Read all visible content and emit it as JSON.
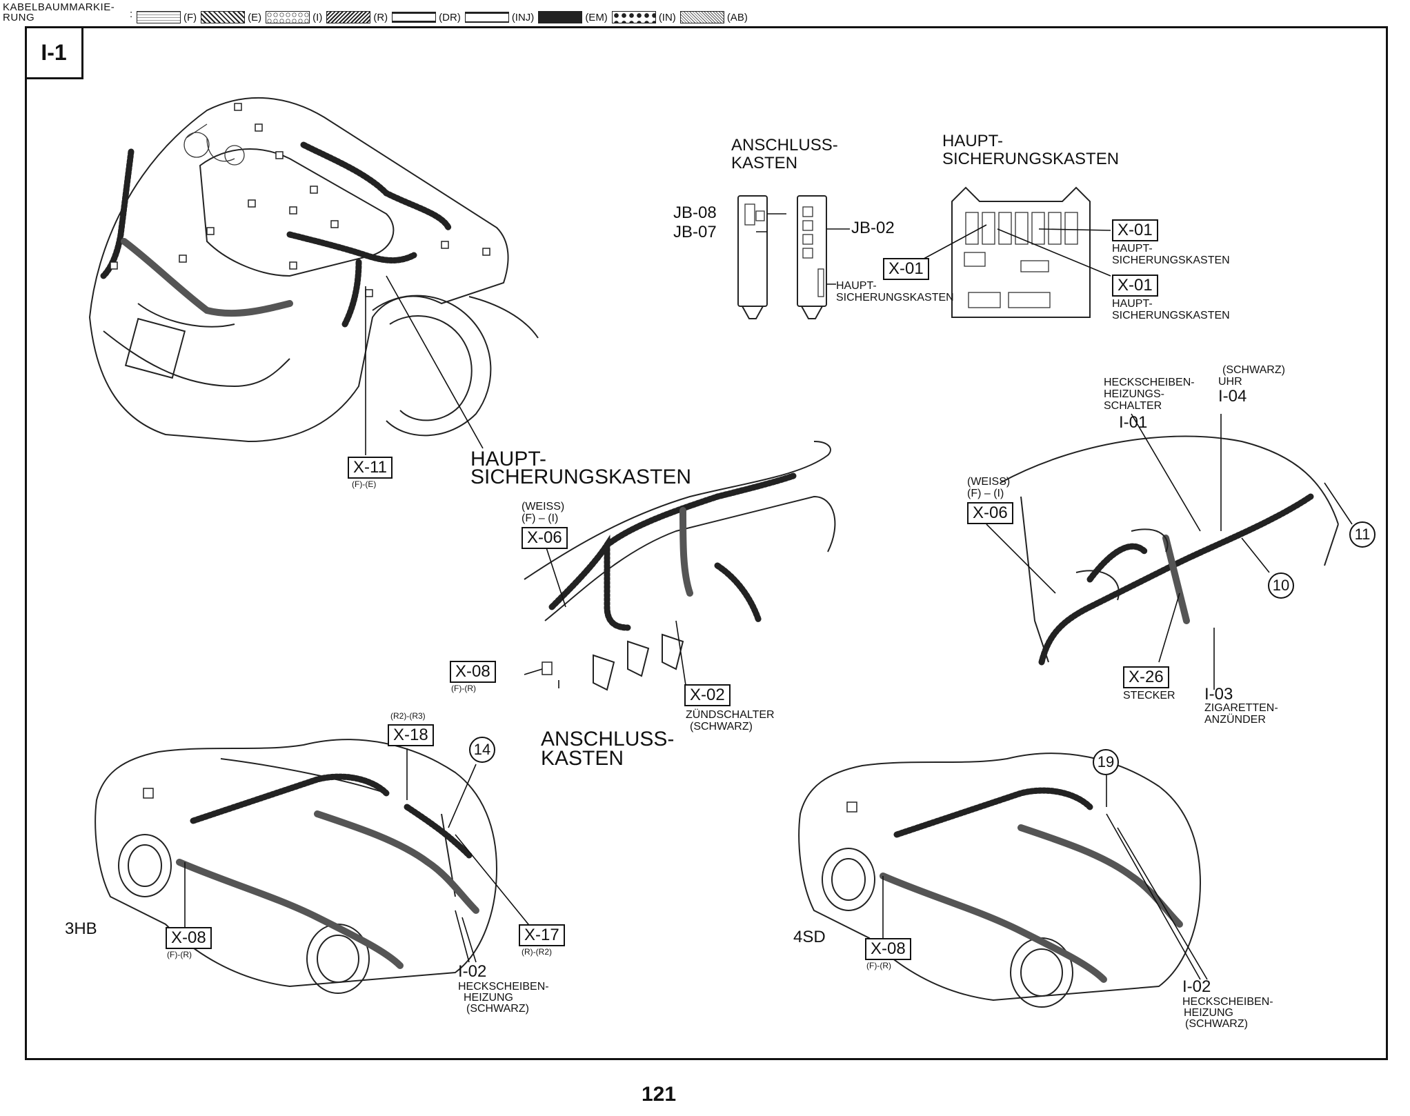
{
  "legend": {
    "title_line1": "KABELBAUMMARKIE-",
    "title_line2": "RUNG",
    "colon": ":",
    "items": [
      {
        "code": "(F)"
      },
      {
        "code": "(E)"
      },
      {
        "code": "(I)"
      },
      {
        "code": "(R)"
      },
      {
        "code": "(DR)"
      },
      {
        "code": "(INJ)"
      },
      {
        "code": "(EM)"
      },
      {
        "code": "(IN)"
      },
      {
        "code": "(AB)"
      }
    ]
  },
  "section": "I-1",
  "labels": {
    "anschluss_top_1": "ANSCHLUSS-",
    "anschluss_top_2": "KASTEN",
    "haupt_top_1": "HAUPT-",
    "haupt_top_2": "SICHERUNGSKASTEN",
    "jb08": "JB-08",
    "jb07": "JB-07",
    "jb02": "JB-02",
    "haupt_small_1": "HAUPT-",
    "haupt_small_2": "SICHERUNGSKASTEN",
    "x01_a": "X-01",
    "x01_a_desc1": "HAUPT-",
    "x01_a_desc2": "SICHERUNGSKASTEN",
    "x01_b": "X-01",
    "x01_c": "X-01",
    "x01_c_desc1": "HAUPT-",
    "x01_c_desc2": "SICHERUNGSKASTEN",
    "x11": "X-11",
    "x11_sub": "(F)-(E)",
    "haupt_mid_1": "HAUPT-",
    "haupt_mid_2": "SICHERUNGSKASTEN",
    "weiss_mid_1": "(WEISS)",
    "weiss_mid_2": "(F) – (I)",
    "x06_mid": "X-06",
    "x08_mid": "X-08",
    "x08_mid_sub": "(F)-(R)",
    "anschluss_mid_1": "ANSCHLUSS-",
    "anschluss_mid_2": "KASTEN",
    "x02": "X-02",
    "x02_desc1": "ZÜNDSCHALTER",
    "x02_desc2": "(SCHWARZ)",
    "hecksch_heiz_1": "HECKSCHEIBEN-",
    "hecksch_heiz_2": "HEIZUNGS-",
    "hecksch_heiz_3": "SCHALTER",
    "i01": "I-01",
    "schwarz_r": "(SCHWARZ)",
    "uhr": "UHR",
    "i04": "I-04",
    "weiss_r_1": "(WEISS)",
    "weiss_r_2": "(F) – (I)",
    "x06_r": "X-06",
    "c11": "11",
    "c10": "10",
    "x26": "X-26",
    "stecker": "STECKER",
    "i03": "I-03",
    "zig_1": "ZIGARETTEN-",
    "zig_2": "ANZÜNDER",
    "r2r3": "(R2)-(R3)",
    "x18": "X-18",
    "c14": "14",
    "hb3": "3HB",
    "x08_bl": "X-08",
    "x08_bl_sub": "(F)-(R)",
    "x17": "X-17",
    "x17_sub": "(R)-(R2)",
    "i02_l": "I-02",
    "i02_l_d1": "HECKSCHEIBEN-",
    "i02_l_d2": "HEIZUNG",
    "i02_l_d3": "(SCHWARZ)",
    "c19": "19",
    "sd4": "4SD",
    "x08_br": "X-08",
    "x08_br_sub": "(F)-(R)",
    "i02_r": "I-02",
    "i02_r_d1": "HECKSCHEIBEN-",
    "i02_r_d2": "HEIZUNG",
    "i02_r_d3": "(SCHWARZ)"
  },
  "page_number": "121"
}
